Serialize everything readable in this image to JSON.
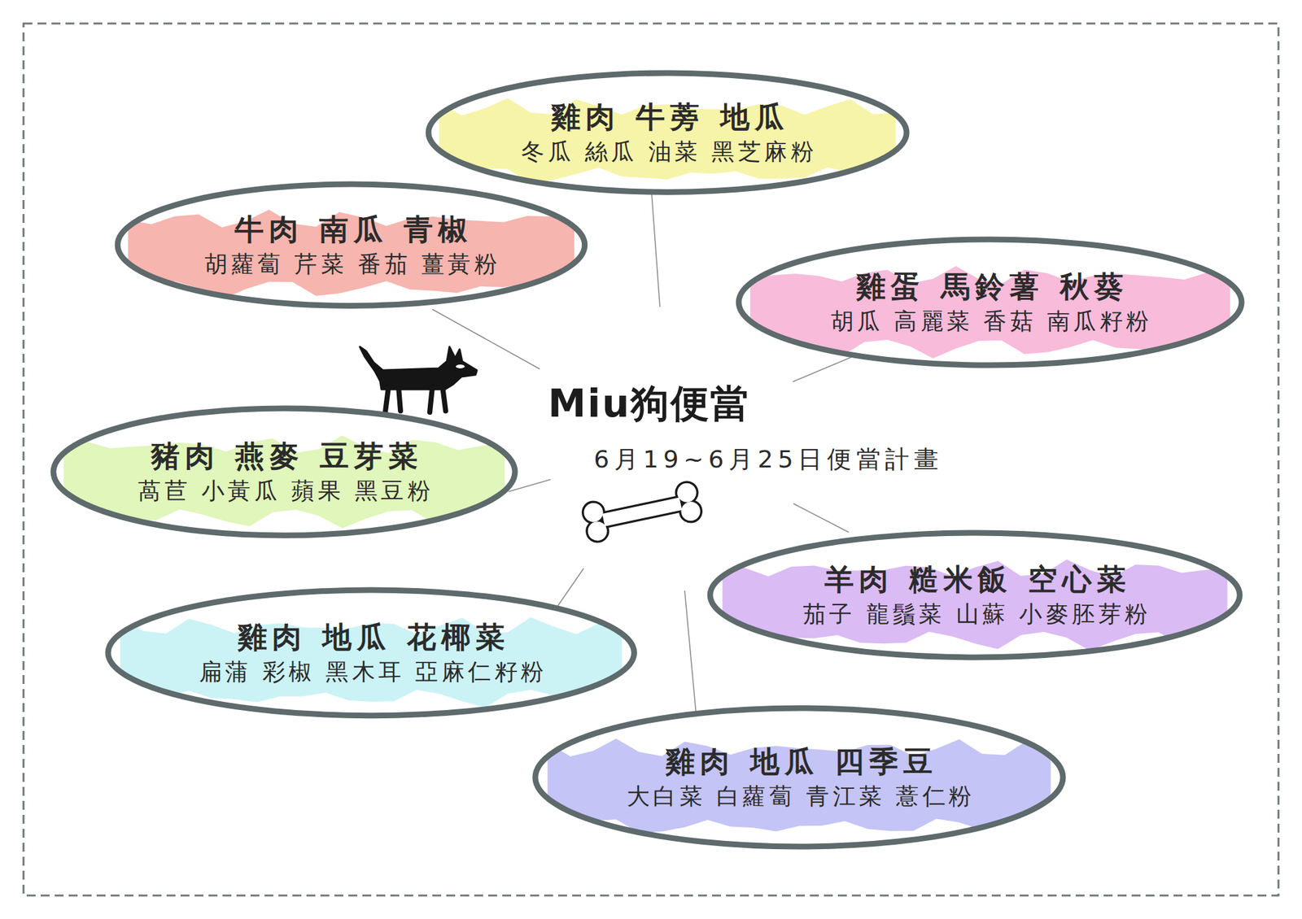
{
  "diagram": {
    "title": "Miu狗便當",
    "nodes": [
      {
        "text": [
          "雞肉 牛蒡 地瓜",
          "冬瓜 絲瓜 油菜 黑芝麻粉"
        ]
      },
      {
        "text": [
          "牛肉 南瓜 青椒",
          "胡蘿蔔 芹菜 番茄 薑黃粉"
        ]
      },
      {
        "text": [
          "雞蛋 馬鈴薯 秋葵",
          "胡瓜 高麗菜 香菇 南瓜籽粉"
        ]
      },
      {
        "text": [
          "豬肉 燕麥 豆芽菜",
          "萵苣 小黃瓜 蘋果 黑豆粉"
        ]
      },
      {
        "text": [
          "羊肉 糙米飯 空心菜",
          "茄子 龍鬚菜 山蘇 小麥胚芽粉"
        ]
      },
      {
        "text": [
          "雞肉 地瓜 花椰菜",
          "扁蒲 彩椒 黑木耳 亞麻仁籽粉"
        ]
      },
      {
        "text": [
          "雞肉 地瓜 四季豆",
          "大白菜 白蘿蔔 青江菜 薏仁粉"
        ]
      }
    ],
    "labels": [
      "6月19~6月25日便當計畫"
    ]
  }
}
